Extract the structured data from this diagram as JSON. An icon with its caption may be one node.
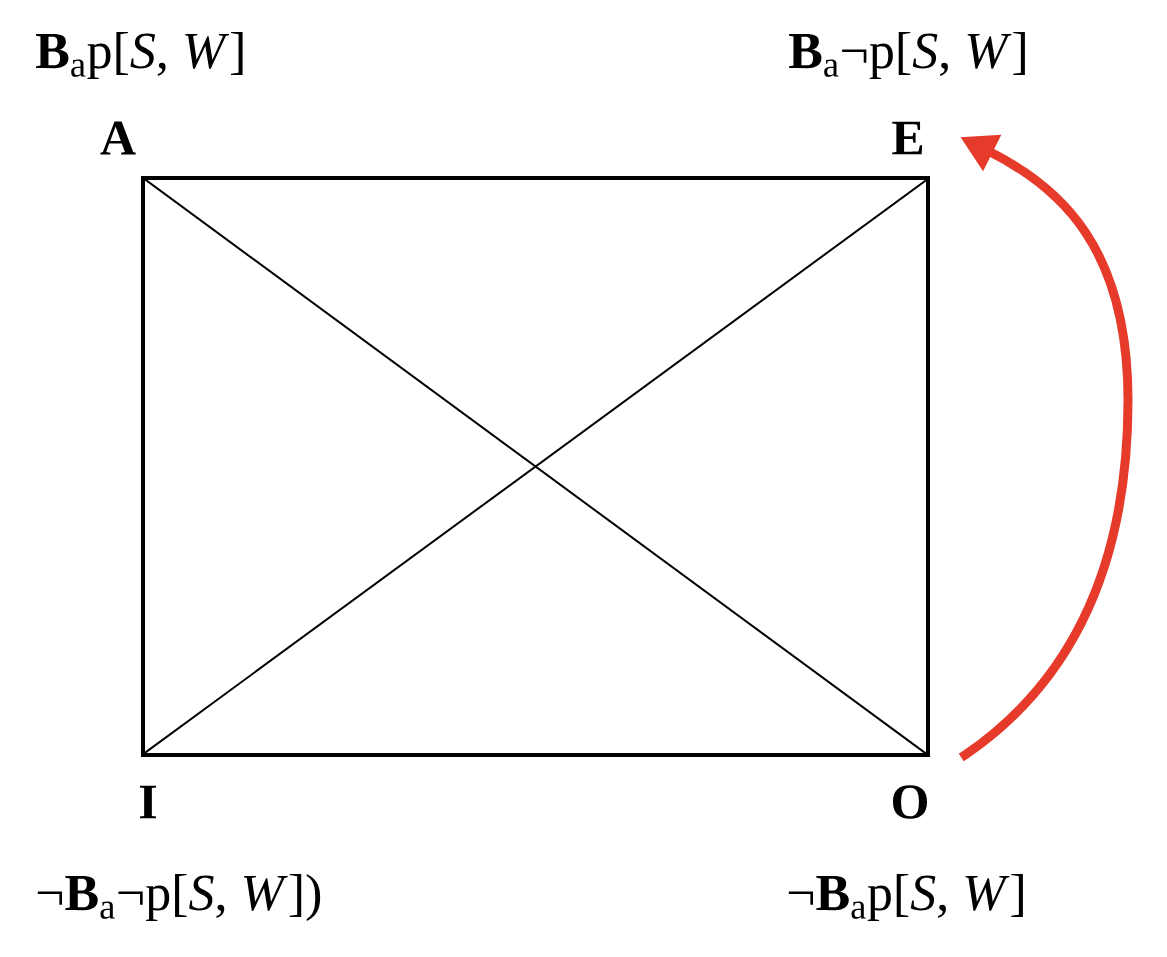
{
  "diagram": {
    "nodes": [
      {
        "text": [
          "A"
        ],
        "beside": [
          "**B**$_{a}$p[*S*, *W*]"
        ]
      },
      {
        "text": [
          "E"
        ],
        "beside": [
          "**B**$_{a}$¬p[*S*, *W*]"
        ]
      },
      {
        "text": [
          "I"
        ],
        "beside": [
          "¬**B**$_{a}$¬p[*S*, *W*])"
        ]
      },
      {
        "text": [
          "O"
        ],
        "beside": [
          "¬**B**$_{a}$p[*S*, *W*]"
        ]
      }
    ],
    "edges": [
      {
        "from": 0,
        "to": 1,
        "arrow": "none"
      },
      {
        "from": 0,
        "to": 2,
        "arrow": "none"
      },
      {
        "from": 1,
        "to": 3,
        "arrow": "none"
      },
      {
        "from": 2,
        "to": 3,
        "arrow": "none"
      },
      {
        "from": 0,
        "to": 3,
        "arrow": "none"
      },
      {
        "from": 1,
        "to": 2,
        "arrow": "none"
      },
      {
        "from": 3,
        "to": 1,
        "arrow": "to",
        "style": "thick",
        "color": "#e63a2b"
      }
    ]
  }
}
